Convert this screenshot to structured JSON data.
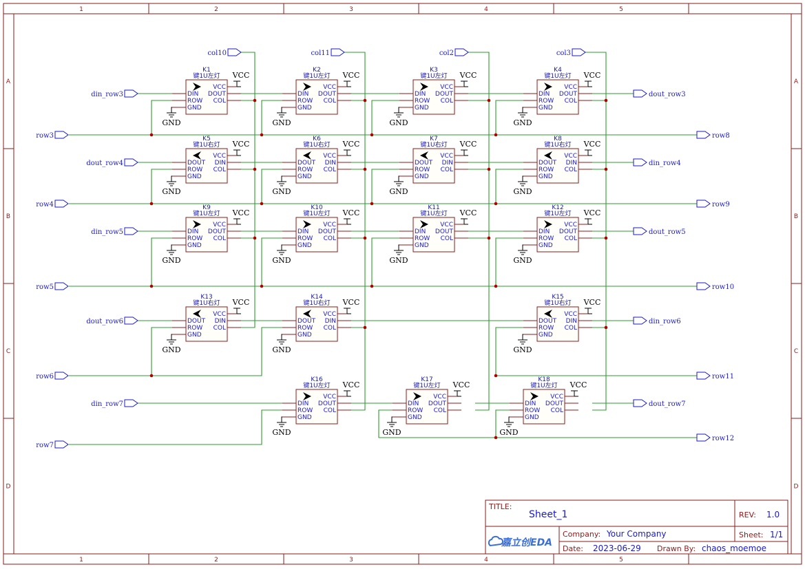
{
  "sheet": {
    "columns": [
      "1",
      "2",
      "3",
      "4",
      "5"
    ],
    "rows": [
      "A",
      "B",
      "C",
      "D"
    ]
  },
  "components": [
    {
      "ref": "K1",
      "value": "键1U左灯",
      "dir": "L",
      "pins": [
        "DIN",
        "ROW",
        "GND",
        "VCC",
        "DOUT",
        "COL"
      ]
    },
    {
      "ref": "K2",
      "value": "键1U左灯",
      "dir": "L",
      "pins": [
        "DIN",
        "ROW",
        "GND",
        "VCC",
        "DOUT",
        "COL"
      ]
    },
    {
      "ref": "K3",
      "value": "键1U左灯",
      "dir": "L",
      "pins": [
        "DIN",
        "ROW",
        "GND",
        "VCC",
        "DOUT",
        "COL"
      ]
    },
    {
      "ref": "K4",
      "value": "键1U左灯",
      "dir": "L",
      "pins": [
        "DIN",
        "ROW",
        "GND",
        "VCC",
        "DOUT",
        "COL"
      ]
    },
    {
      "ref": "K5",
      "value": "键1U右灯",
      "dir": "R",
      "pins": [
        "DOUT",
        "ROW",
        "GND",
        "VCC",
        "DIN",
        "COL"
      ]
    },
    {
      "ref": "K6",
      "value": "键1U右灯",
      "dir": "R",
      "pins": [
        "DOUT",
        "ROW",
        "GND",
        "VCC",
        "DIN",
        "COL"
      ]
    },
    {
      "ref": "K7",
      "value": "键1U右灯",
      "dir": "R",
      "pins": [
        "DOUT",
        "ROW",
        "GND",
        "VCC",
        "DIN",
        "COL"
      ]
    },
    {
      "ref": "K8",
      "value": "键1U右灯",
      "dir": "R",
      "pins": [
        "DOUT",
        "ROW",
        "GND",
        "VCC",
        "DIN",
        "COL"
      ]
    },
    {
      "ref": "K9",
      "value": "键1U左灯",
      "dir": "L",
      "pins": [
        "DIN",
        "ROW",
        "GND",
        "VCC",
        "DOUT",
        "COL"
      ]
    },
    {
      "ref": "K10",
      "value": "键1U左灯",
      "dir": "L",
      "pins": [
        "DIN",
        "ROW",
        "GND",
        "VCC",
        "DOUT",
        "COL"
      ]
    },
    {
      "ref": "K11",
      "value": "键1U左灯",
      "dir": "L",
      "pins": [
        "DIN",
        "ROW",
        "GND",
        "VCC",
        "DOUT",
        "COL"
      ]
    },
    {
      "ref": "K12",
      "value": "键1U左灯",
      "dir": "L",
      "pins": [
        "DIN",
        "ROW",
        "GND",
        "VCC",
        "DOUT",
        "COL"
      ]
    },
    {
      "ref": "K13",
      "value": "键1U右灯",
      "dir": "R",
      "pins": [
        "DOUT",
        "ROW",
        "GND",
        "VCC",
        "DIN",
        "COL"
      ]
    },
    {
      "ref": "K14",
      "value": "键1U右灯",
      "dir": "R",
      "pins": [
        "DOUT",
        "ROW",
        "GND",
        "VCC",
        "DIN",
        "COL"
      ]
    },
    {
      "ref": "K15",
      "value": "键1U右灯",
      "dir": "R",
      "pins": [
        "DOUT",
        "ROW",
        "GND",
        "VCC",
        "DIN",
        "COL"
      ]
    },
    {
      "ref": "K16",
      "value": "键1U左灯",
      "dir": "L",
      "pins": [
        "DIN",
        "ROW",
        "GND",
        "VCC",
        "DOUT",
        "COL"
      ]
    },
    {
      "ref": "K17",
      "value": "键1U左灯",
      "dir": "L",
      "pins": [
        "DIN",
        "ROW",
        "GND",
        "VCC",
        "DOUT",
        "COL"
      ]
    },
    {
      "ref": "K18",
      "value": "键1U左灯",
      "dir": "L",
      "pins": [
        "DIN",
        "ROW",
        "GND",
        "VCC",
        "DOUT",
        "COL"
      ]
    }
  ],
  "power": {
    "vcc": "VCC",
    "gnd": "GND"
  },
  "net_ports": {
    "cols": [
      "col10",
      "col11",
      "col2",
      "col3"
    ],
    "left": [
      "din_row3",
      "row3",
      "dout_row4",
      "row4",
      "din_row5",
      "row5",
      "dout_row6",
      "row6",
      "din_row7",
      "row7"
    ],
    "right": [
      "dout_row3",
      "row8",
      "din_row4",
      "row9",
      "dout_row5",
      "row10",
      "din_row6",
      "row11",
      "dout_row7",
      "row12"
    ]
  },
  "title_block": {
    "title_label": "TITLE:",
    "title": "Sheet_1",
    "rev_label": "REV:",
    "rev": "1.0",
    "logo": "嘉立创EDA",
    "company_label": "Company:",
    "company": "Your Company",
    "sheet_label": "Sheet:",
    "sheet": "1/1",
    "date_label": "Date:",
    "date": "2023-06-29",
    "drawn_label": "Drawn By:",
    "drawn_by": "chaos_moemoe"
  }
}
